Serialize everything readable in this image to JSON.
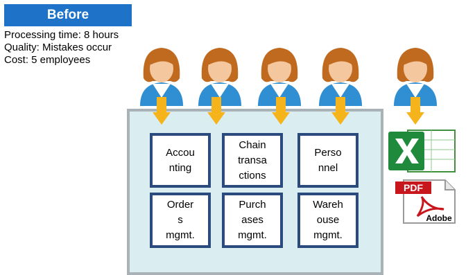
{
  "before_label": "Before",
  "stats": {
    "processing_time": "Processing time: 8 hours",
    "quality": "Quality: Mistakes occur",
    "cost": "Cost: 5 employees"
  },
  "departments": [
    {
      "label": "Accou\nnting"
    },
    {
      "label": "Chain\ntransa\nctions"
    },
    {
      "label": "Perso\nnnel"
    },
    {
      "label": "Order\ns\nmgmt."
    },
    {
      "label": "Purch\nases\nmgmt."
    },
    {
      "label": "Wareh\nouse\nmgmt."
    }
  ],
  "file_icons": {
    "pdf_label": "PDF",
    "adobe_label": "Adobe"
  },
  "colors": {
    "badge": "#1e73c8",
    "arrow": "#f5b41c",
    "panel_fill": "#daeef2",
    "panel_border": "#a9b3b7",
    "box_border": "#2b4a7e"
  }
}
